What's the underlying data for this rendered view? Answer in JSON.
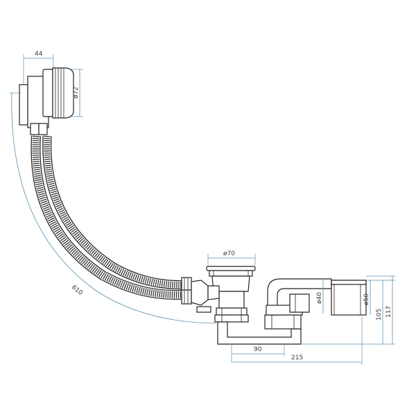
{
  "dimensions": {
    "d44": "44",
    "d72": "ø72",
    "d610": "610",
    "d70": "ø70",
    "d40": "ø40",
    "d50": "ø50",
    "d105": "105",
    "d117": "117",
    "d90": "90",
    "d215": "215"
  },
  "colors": {
    "dimension_line": "#5a8fb0",
    "outline": "#222222"
  }
}
